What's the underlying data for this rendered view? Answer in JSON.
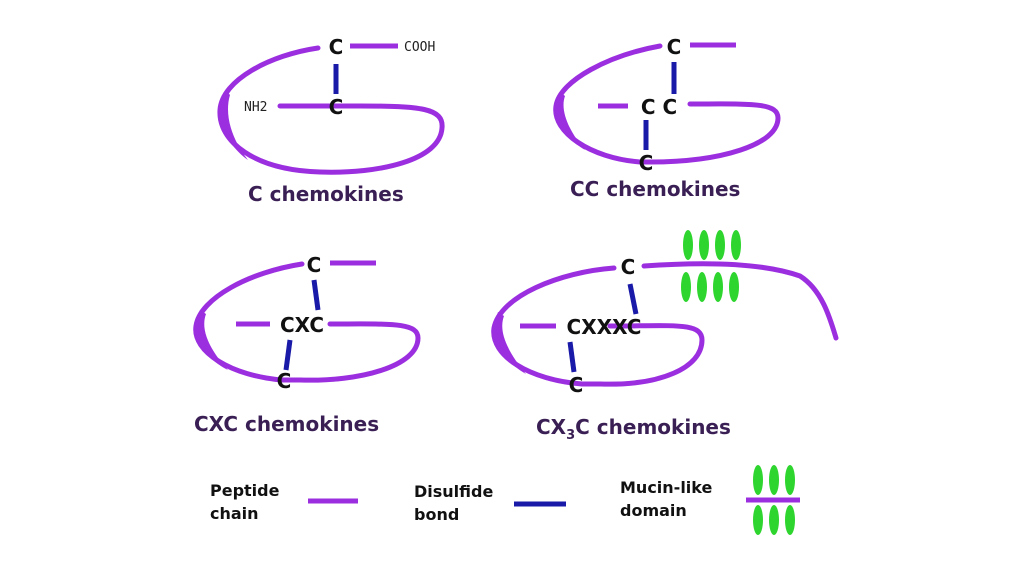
{
  "colors": {
    "peptide": "#9b2fe0",
    "disulfide": "#1a1aa8",
    "mucin": "#2ed52e",
    "caption": "#3a1f55"
  },
  "diagrams": {
    "c": {
      "residue_top": "C",
      "residue_bottom": "C",
      "cooh": "COOH",
      "nh2": "NH2",
      "caption": "C chemokines"
    },
    "cc": {
      "residue_top": "C",
      "residue_mid": "C C",
      "residue_bottom": "C",
      "caption": "CC chemokines"
    },
    "cxc": {
      "residue_top": "C",
      "residue_mid": "CXC",
      "residue_bottom": "C",
      "caption": "CXC chemokines"
    },
    "cx3c": {
      "residue_top": "C",
      "residue_mid": "CXXXC",
      "residue_bottom": "C",
      "caption_prefix": "CX",
      "caption_sub": "3",
      "caption_suffix": "C chemokines"
    }
  },
  "legend": {
    "peptide_line1": "Peptide",
    "peptide_line2": "chain",
    "disulfide_line1": "Disulfide",
    "disulfide_line2": "bond",
    "mucin_line1": "Mucin-like",
    "mucin_line2": "domain"
  }
}
